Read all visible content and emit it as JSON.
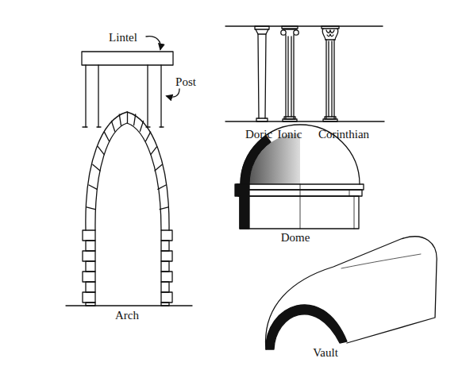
{
  "diagram": {
    "labels": [
      "Lintel",
      "Post",
      "Doric",
      "Ionic",
      "Corinthian",
      "Arch",
      "Dome",
      "Vault"
    ]
  }
}
